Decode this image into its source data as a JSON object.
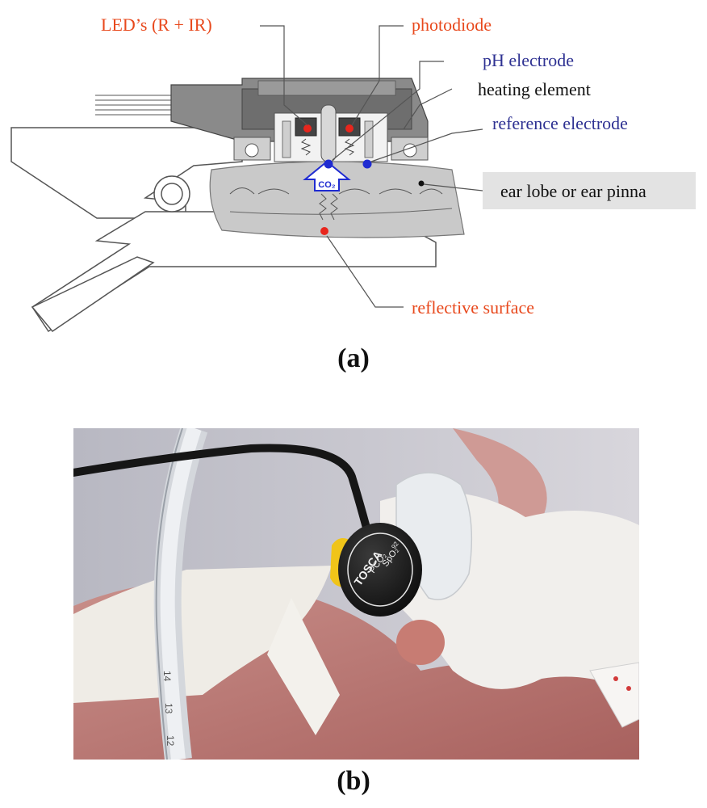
{
  "panel_a": {
    "labels": {
      "leds": "LED’s (R + IR)",
      "photodiode": "photodiode",
      "ph_electrode": "pH electrode",
      "heating_element": "heating element",
      "reference_electrode": "reference electrode",
      "ear_lobe": "ear lobe or ear pinna",
      "reflective_surface": "reflective surface",
      "co2_arrow": "CO₂"
    },
    "colors": {
      "red_label": "#e8491d",
      "blue_label": "#2e3192",
      "black_label": "#111111",
      "red_dot": "#e8261d",
      "blue_dot": "#1f2bd1"
    },
    "caption_letter": "a"
  },
  "panel_b": {
    "sensor_text": {
      "brand": "TOSCA",
      "line1": "PCO₂",
      "line2": "SpO₂",
      "small": "92"
    },
    "tube_markings": [
      "14",
      "13",
      "12"
    ],
    "caption_letter": "b"
  }
}
